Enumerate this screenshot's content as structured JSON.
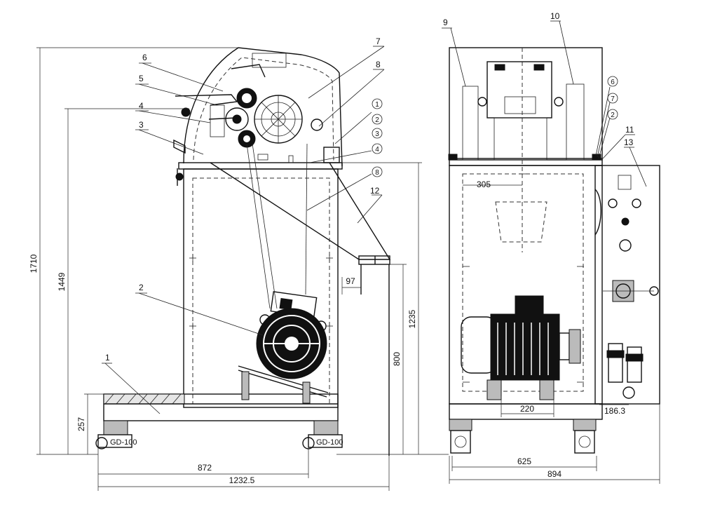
{
  "dimensions": {
    "d1710": "1710",
    "d1449": "1449",
    "d257": "257",
    "d872": "872",
    "d1232": "1232.5",
    "d97": "97",
    "d800": "800",
    "d1235": "1235",
    "d305": "305",
    "d220": "220",
    "d186": "186.3",
    "d625": "625",
    "d894": "894"
  },
  "part_labels": {
    "p1": "1",
    "p2": "2",
    "p3": "3",
    "p4": "4",
    "p5": "5",
    "p6": "6",
    "p7": "7",
    "p8": "8",
    "p9": "9",
    "p10": "10",
    "p11": "11",
    "p12": "12",
    "p13": "13"
  },
  "circled_labels": {
    "c1": "1",
    "c2": "2",
    "c3": "3",
    "c4": "4",
    "c8": "8",
    "c6": "6",
    "c7": "7",
    "c2b": "2"
  },
  "caster_labels": {
    "left_a": "GD-100",
    "left_b": "GD-100"
  }
}
